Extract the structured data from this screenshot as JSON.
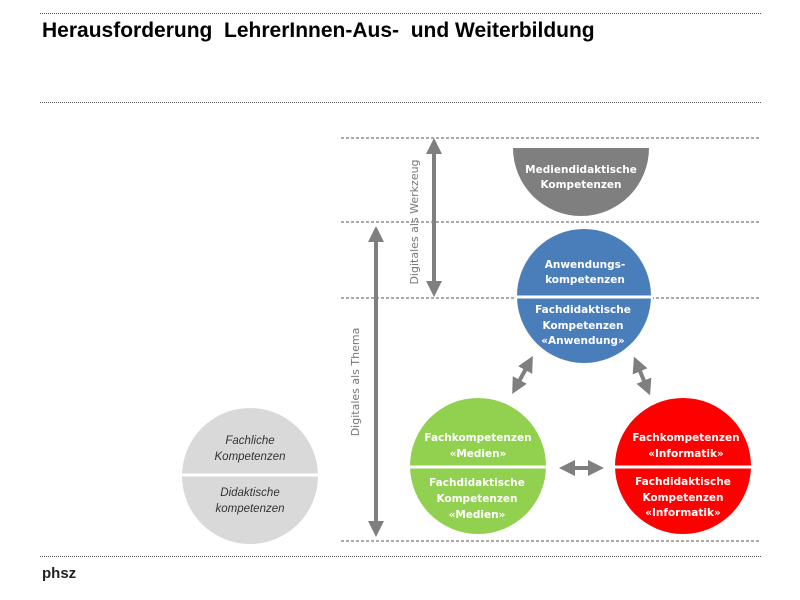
{
  "title": "Herausforderung  LehrerInnen-Aus-  und Weiterbildung",
  "footer_logo": "phsz",
  "axes": {
    "werkzeug": "Digitales als Werkzeug",
    "thema": "Digitales als Thema"
  },
  "nodes": {
    "mediendidaktik": {
      "lines": [
        "Mediendidaktische",
        "Kompetenzen"
      ],
      "color": "#7f7f7f"
    },
    "anwendung": {
      "top": [
        "Anwendungs-",
        "kompetenzen"
      ],
      "bottom": [
        "Fachdidaktische",
        "Kompetenzen",
        "«Anwendung»"
      ],
      "color": "#4a7ebb"
    },
    "medien": {
      "top": [
        "Fachkompetenzen",
        "«Medien»"
      ],
      "bottom": [
        "Fachdidaktische",
        "Kompetenzen",
        "«Medien»"
      ],
      "color": "#92d050"
    },
    "informatik": {
      "top": [
        "Fachkompetenzen",
        "«Informatik»"
      ],
      "bottom": [
        "Fachdidaktische",
        "Kompetenzen",
        "«Informatik»"
      ],
      "color": "#ff0000"
    },
    "allgemein": {
      "top": [
        "Fachliche",
        "Kompetenzen"
      ],
      "bottom": [
        "Didaktische",
        "kompetenzen"
      ],
      "color": "#d9d9d9"
    }
  }
}
